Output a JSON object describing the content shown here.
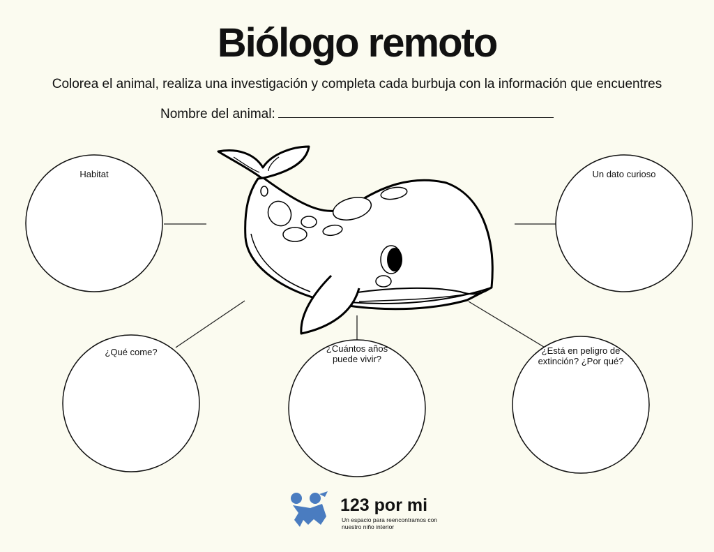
{
  "title": "Biólogo remoto",
  "subtitle": "Colorea el animal, realiza una investigación y completa cada burbuja con la información que encuentres",
  "name_label": "Nombre del animal:",
  "bubbles": {
    "habitat": "Habitat",
    "fact": "Un dato curioso",
    "food": "¿Qué come?",
    "lifespan": "¿Cuántos años puede vivir?",
    "extinction": "¿Está en peligro de extinción? ¿Por qué?"
  },
  "logo": {
    "name": "123 por mi",
    "tagline": "Un espacio para reencontramos con nuestro niño interior",
    "color": "#4a7cc0"
  }
}
